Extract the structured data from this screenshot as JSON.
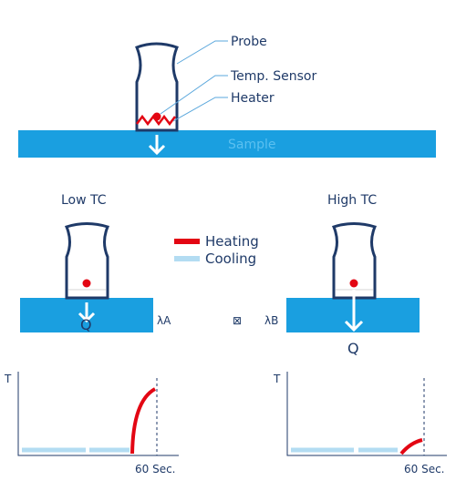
{
  "top_diagram": {
    "probe_label": "Probe",
    "sensor_label": "Temp. Sensor",
    "heater_label": "Heater",
    "sample_label": "Sample"
  },
  "legend": {
    "heating_label": "Heating",
    "cooling_label": "Cooling",
    "heating_color": "#e30613",
    "cooling_color": "#b3dcf2"
  },
  "left_case": {
    "title": "Low TC",
    "flux_label": "Q",
    "conductivity_label": "λA"
  },
  "middle_symbol": "⊠",
  "right_case": {
    "title": "High TC",
    "flux_label": "Q",
    "conductivity_label": "λB"
  },
  "left_graph": {
    "y_label": "T",
    "x_marker_label": "60 Sec."
  },
  "right_graph": {
    "y_label": "T",
    "x_marker_label": "60 Sec."
  },
  "colors": {
    "sample_blue": "#1a9fe0",
    "probe_outline": "#1f3a68",
    "text": "#1f3a68",
    "leader_line": "#5aa7dc"
  }
}
